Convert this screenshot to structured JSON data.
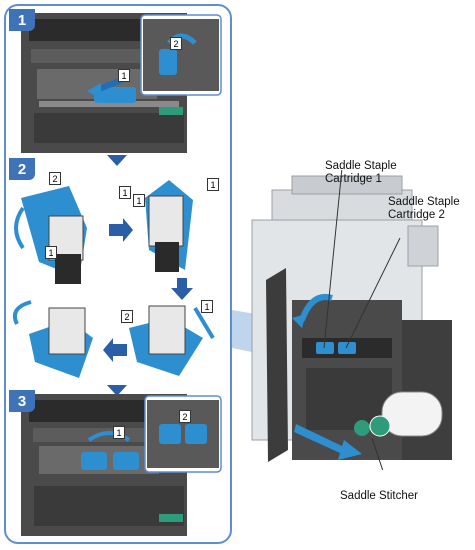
{
  "steps": [
    {
      "number": "1",
      "callouts": [
        "1",
        "2"
      ]
    },
    {
      "number": "2",
      "callouts": [
        "2",
        "1",
        "1",
        "1",
        "1",
        "1",
        "2"
      ]
    },
    {
      "number": "3",
      "callouts": [
        "1",
        "2"
      ]
    }
  ],
  "labels": {
    "cartridge1": [
      "Saddle Staple",
      "Cartridge 1"
    ],
    "cartridge2": [
      "Saddle Staple",
      "Cartridge 2"
    ],
    "stitcher": "Saddle Stitcher"
  },
  "colors": {
    "accent": "#3f73b8",
    "frame": "#5b8fcf",
    "part_blue": "#2e8fd0",
    "body_gray": "#3a3a3a"
  }
}
